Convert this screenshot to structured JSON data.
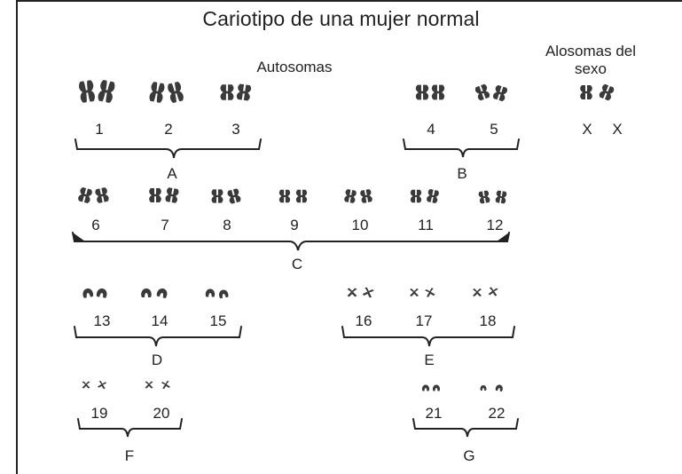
{
  "title": "Cariotipo de una mujer normal",
  "autosomas_label": "Autosomas",
  "sex_label_line1": "Alosomas del",
  "sex_label_line2": "sexo",
  "chromosomes": [
    "1",
    "2",
    "3",
    "4",
    "5",
    "6",
    "7",
    "8",
    "9",
    "10",
    "11",
    "12",
    "13",
    "14",
    "15",
    "16",
    "17",
    "18",
    "19",
    "20",
    "21",
    "22"
  ],
  "sex_chromosomes": [
    "X",
    "X"
  ],
  "groups": [
    "A",
    "B",
    "C",
    "D",
    "E",
    "F",
    "G"
  ],
  "colors": {
    "chromosome": "#3a3a3a",
    "line": "#222222"
  }
}
